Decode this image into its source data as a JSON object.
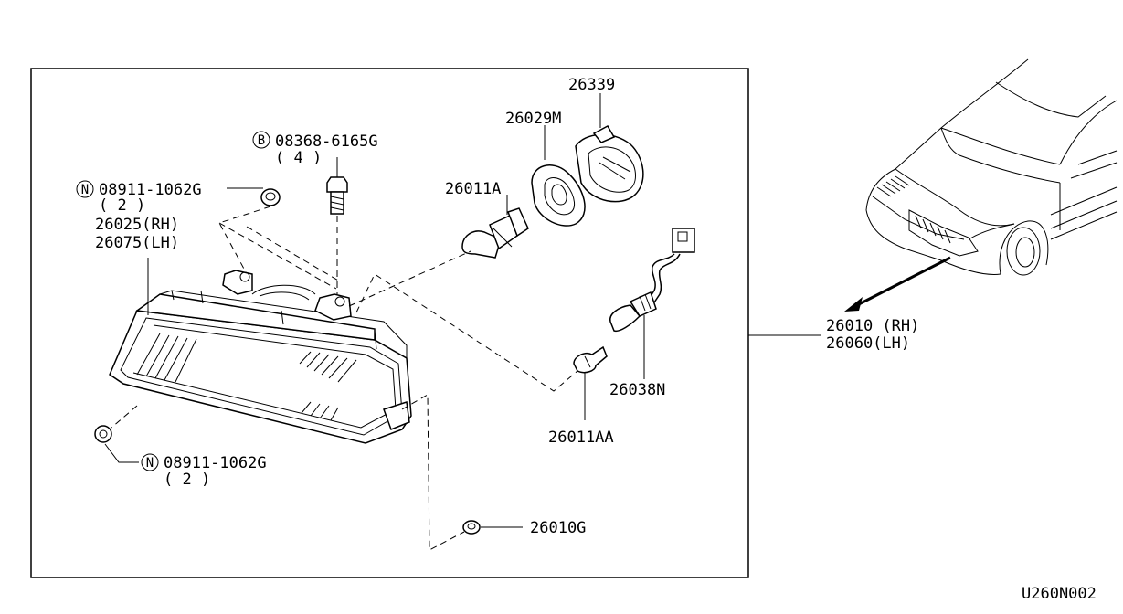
{
  "labels": {
    "bolt_code": "08368-6165G",
    "bolt_qty": "( 4 )",
    "bolt_prefix": "B",
    "nut_top_code": "08911-1062G",
    "nut_top_qty": "( 2 )",
    "nut_top_prefix": "N",
    "lamp_rh": "26025(RH)",
    "lamp_lh": "26075(LH)",
    "nut_bottom_code": "08911-1062G",
    "nut_bottom_qty": "( 2 )",
    "nut_bottom_prefix": "N",
    "clip": "26010G",
    "bulb": "26011A",
    "seal": "26029M",
    "cap": "26339",
    "socket": "26038N",
    "small_bulb": "26011AA",
    "assy_rh": "26010 (RH)",
    "assy_lh": "26060(LH)",
    "diagram_id": "U260N002"
  }
}
